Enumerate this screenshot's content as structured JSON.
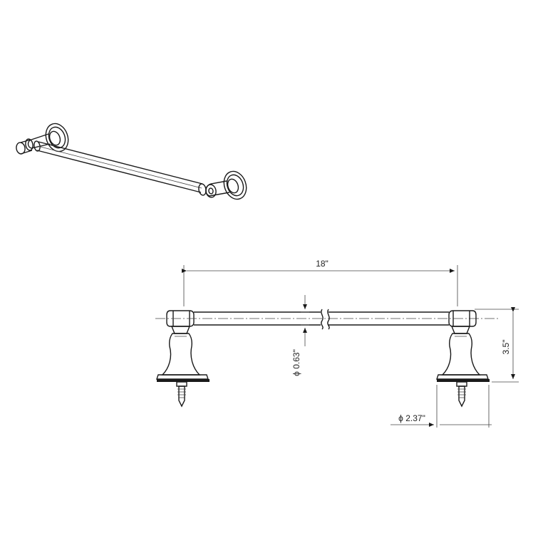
{
  "dimensions": {
    "length": "18\"",
    "bar_diameter": "ϕ 0.63\"",
    "projection": "3.5\"",
    "base_diameter": "ϕ 2.37\""
  },
  "colors": {
    "line": "#1a1a1a",
    "background": "#ffffff"
  }
}
